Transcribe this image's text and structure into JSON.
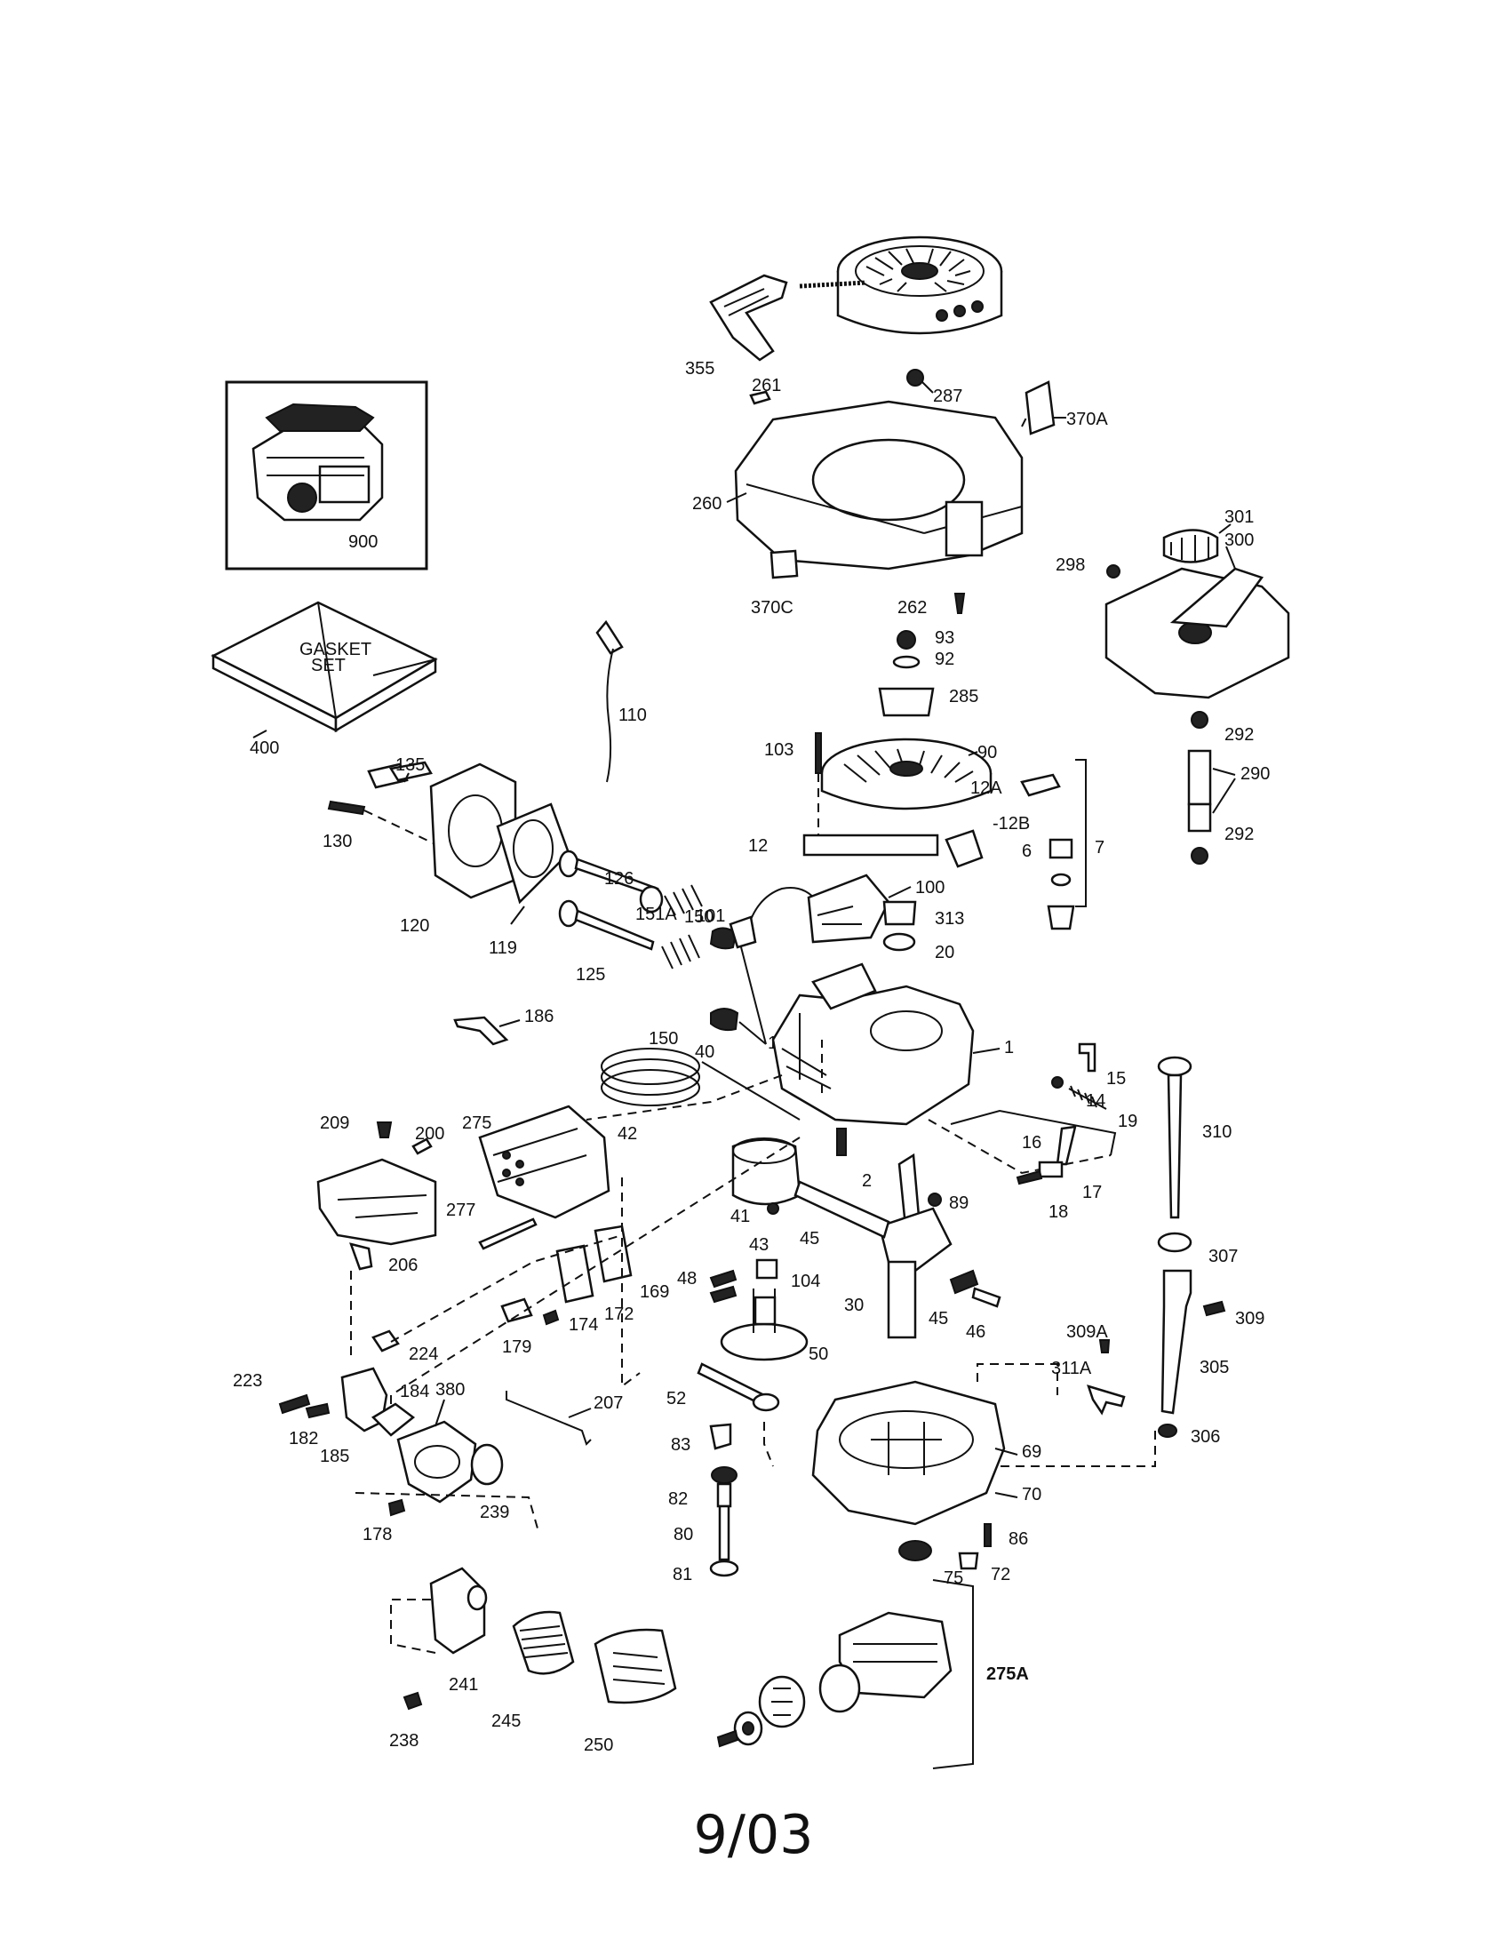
{
  "labels": {
    "p355": "355",
    "p261": "261",
    "p287": "287",
    "p370A": "370A",
    "p260": "260",
    "p370C": "370C",
    "p262": "262",
    "p301": "301",
    "p300": "300",
    "p298": "298",
    "p292a": "292",
    "p290": "290",
    "p292b": "292",
    "p900": "900",
    "p400": "400",
    "gasket": "GASKET",
    "set": "SET",
    "p110": "110",
    "p93": "93",
    "p92": "92",
    "p285": "285",
    "p103": "103",
    "p90": "90",
    "p12A": "12A",
    "p12": "12",
    "p12B": "-12B",
    "p7": "7",
    "p6": "6",
    "p135": "135",
    "p130": "130",
    "p120": "120",
    "p119": "119",
    "p126": "126",
    "p101": "101",
    "p100": "100",
    "p151A": "151A",
    "p150a": "150",
    "p313": "313",
    "p20": "20",
    "p125": "125",
    "p151": "151",
    "p150b": "150",
    "p186": "186",
    "p40": "40",
    "p1": "1",
    "p15": "15",
    "p14": "14",
    "p19": "19",
    "p310": "310",
    "p42": "42",
    "p275": "275",
    "p209": "209",
    "p200": "200",
    "p16": "16",
    "p17": "17",
    "p18": "18",
    "p2": "2",
    "p89": "89",
    "p41": "41",
    "p43": "43",
    "p45a": "45",
    "p277": "277",
    "p206": "206",
    "p169": "169",
    "p172": "172",
    "p48": "48",
    "p104": "104",
    "p30": "30",
    "p45b": "45",
    "p46": "46",
    "p307": "307",
    "p224": "224",
    "p174": "174",
    "p179": "179",
    "p50": "50",
    "p309A": "309A",
    "p309": "309",
    "p311A": "311A",
    "p305": "305",
    "p223": "223",
    "p184": "184",
    "p380": "380",
    "p207": "207",
    "p52": "52",
    "p69": "69",
    "p182": "182",
    "p185": "185",
    "p83": "83",
    "p306": "306",
    "p70": "70",
    "p82": "82",
    "p178": "178",
    "p239": "239",
    "p80": "80",
    "p86": "86",
    "p81": "81",
    "p75": "75",
    "p72": "72",
    "p275A": "275A",
    "p241": "241",
    "p245": "245",
    "p250": "250",
    "p238": "238"
  },
  "footer": {
    "date": "9/03"
  }
}
